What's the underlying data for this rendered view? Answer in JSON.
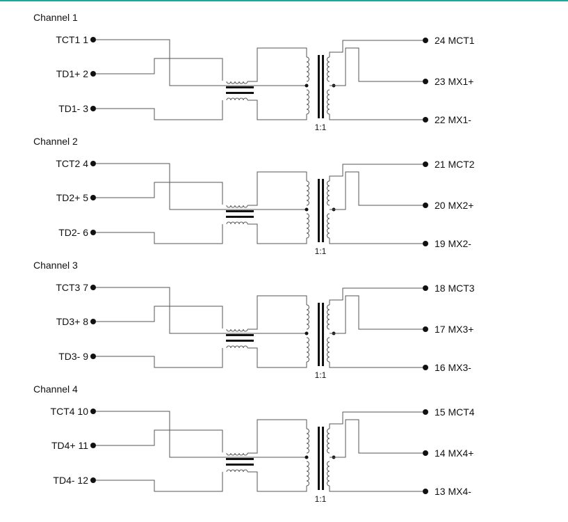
{
  "theme": {
    "accent": "#17a8a0",
    "wire": "#555555",
    "dot": "#111111"
  },
  "channels": [
    {
      "title": "Channel 1",
      "left_pins": [
        "TCT1  1",
        "TD1+  2",
        "TD1-  3"
      ],
      "right_pins": [
        "24  MCT1",
        "23  MX1+",
        "22  MX1-"
      ],
      "ratio": "1:1"
    },
    {
      "title": "Channel 2",
      "left_pins": [
        "TCT2  4",
        "TD2+  5",
        "TD2-  6"
      ],
      "right_pins": [
        "21  MCT2",
        "20  MX2+",
        "19  MX2-"
      ],
      "ratio": "1:1"
    },
    {
      "title": "Channel 3",
      "left_pins": [
        "TCT3  7",
        "TD3+  8",
        "TD3-  9"
      ],
      "right_pins": [
        "18  MCT3",
        "17  MX3+",
        "16  MX3-"
      ],
      "ratio": "1:1"
    },
    {
      "title": "Channel 4",
      "left_pins": [
        "TCT4 10",
        "TD4+ 11",
        "TD4-  12"
      ],
      "right_pins": [
        "15  MCT4",
        "14  MX4+",
        "13  MX4-"
      ],
      "ratio": "1:1"
    }
  ]
}
